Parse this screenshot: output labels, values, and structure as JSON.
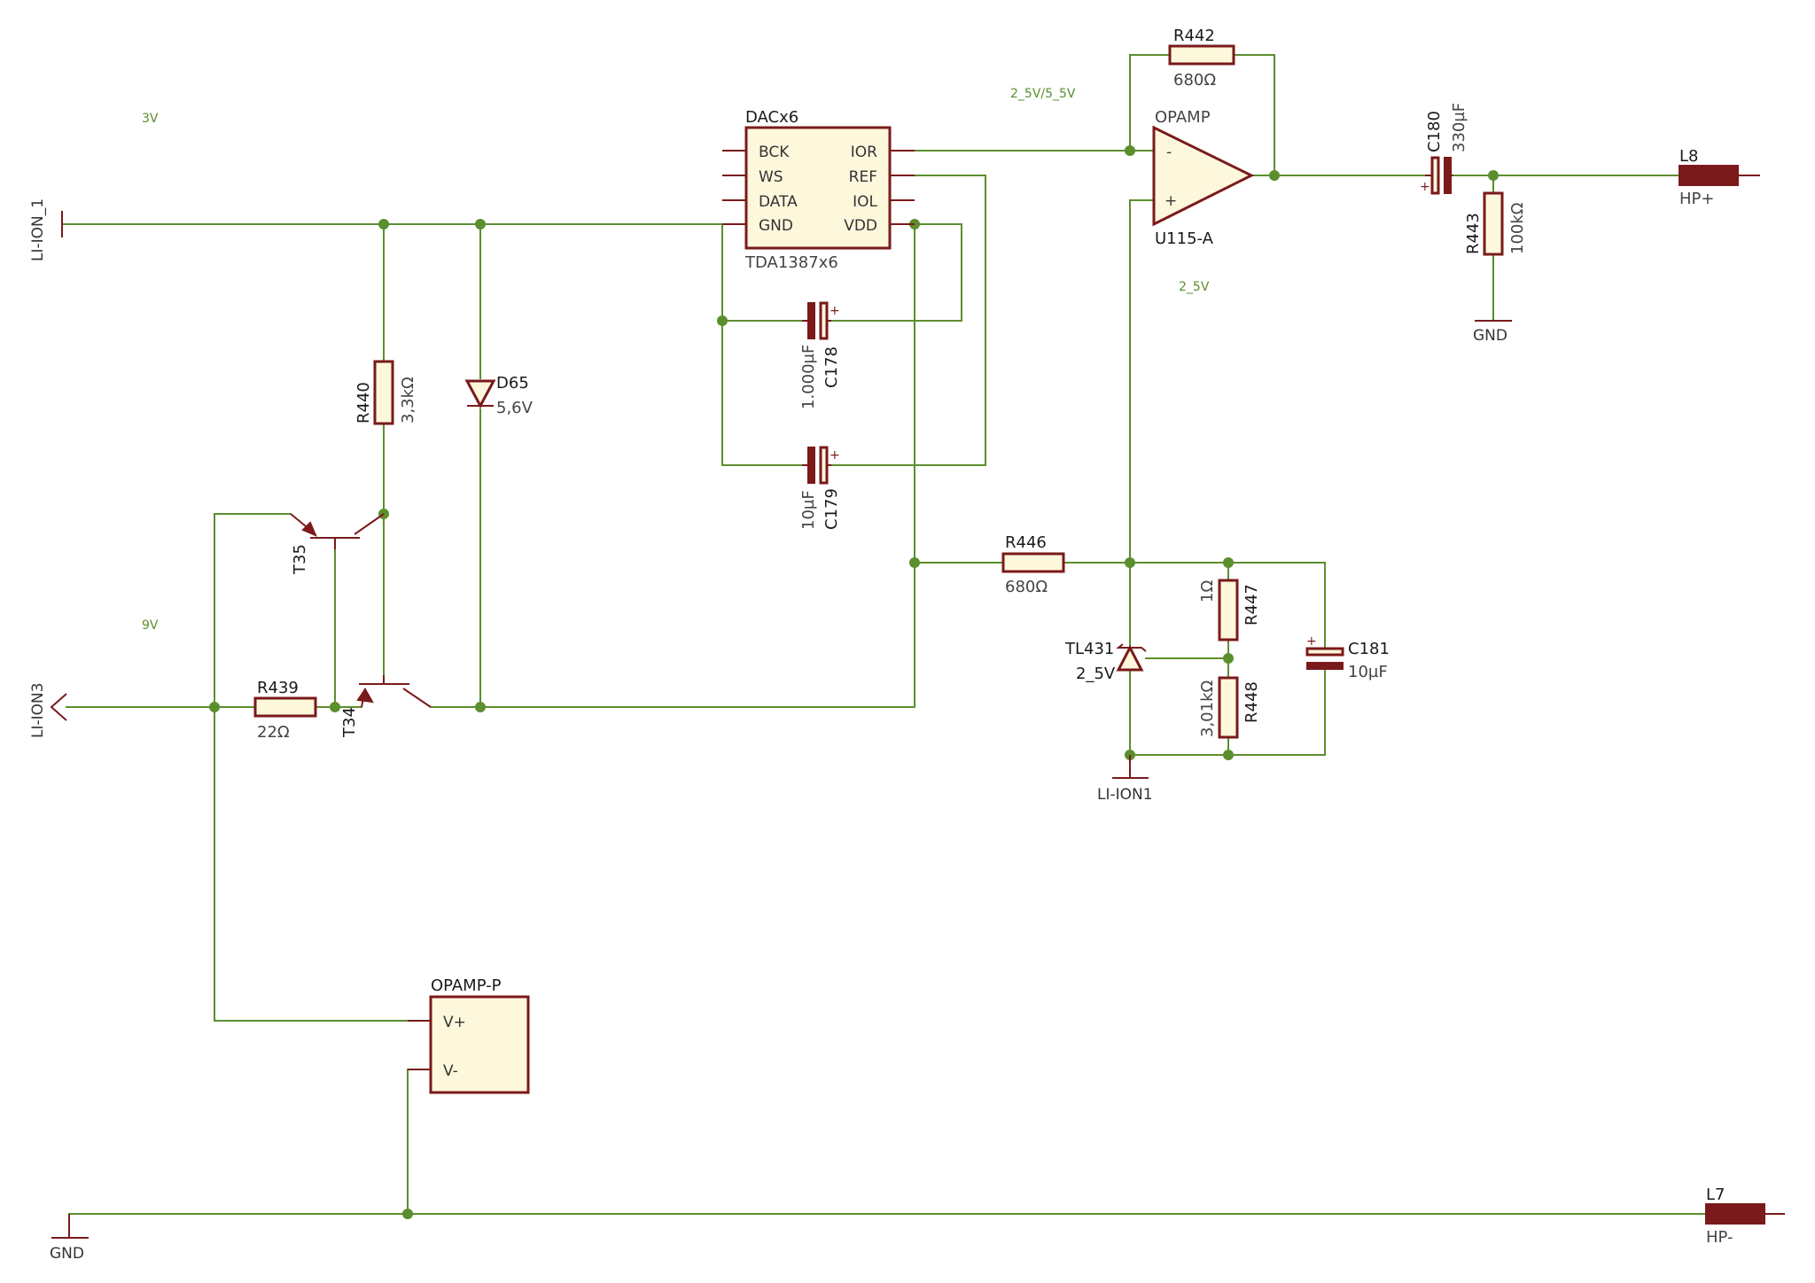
{
  "net_labels": {
    "n3v": "3V",
    "n9v": "9V",
    "n2_5v_5_5v": "2_5V/5_5V",
    "n2_5v": "2_5V"
  },
  "supplies": {
    "li_ion_1": "LI-ION_1",
    "li_ion3": "LI-ION3",
    "li_ion1": "LI-ION1",
    "gnd_left": "GND",
    "gnd_right": "GND"
  },
  "dac": {
    "name": "DACx6",
    "value": "TDA1387x6",
    "pins": {
      "bck": "BCK",
      "ws": "WS",
      "data": "DATA",
      "gnd": "GND",
      "ior": "IOR",
      "ref": "REF",
      "iol": "IOL",
      "vdd": "VDD"
    }
  },
  "opamp": {
    "name": "OPAMP",
    "part": "U115-A",
    "minus": "-",
    "plus": "+"
  },
  "opamp_p": {
    "name": "OPAMP-P",
    "vplus": "V+",
    "vminus": "V-"
  },
  "r442": {
    "name": "R442",
    "value": "680Ω"
  },
  "r440": {
    "name": "R440",
    "value": "3,3kΩ"
  },
  "d65": {
    "name": "D65",
    "value": "5,6V"
  },
  "r439": {
    "name": "R439",
    "value": "22Ω"
  },
  "t35": {
    "name": "T35"
  },
  "t34": {
    "name": "T34"
  },
  "c178": {
    "name": "C178",
    "value": "1.000µF"
  },
  "c179": {
    "name": "C179",
    "value": "10µF"
  },
  "c180": {
    "name": "C180",
    "value": "330µF"
  },
  "r443": {
    "name": "R443",
    "value": "100kΩ"
  },
  "r446": {
    "name": "R446",
    "value": "680Ω"
  },
  "r447": {
    "name": "R447",
    "value": "1Ω"
  },
  "r448": {
    "name": "R448",
    "value": "3,01kΩ"
  },
  "c181": {
    "name": "C181",
    "value": "10µF"
  },
  "tl431": {
    "name": "TL431",
    "value": "2_5V"
  },
  "l8": {
    "name": "L8",
    "value": "HP+"
  },
  "l7": {
    "name": "L7",
    "value": "HP-"
  },
  "polarity": {
    "plus": "+"
  }
}
